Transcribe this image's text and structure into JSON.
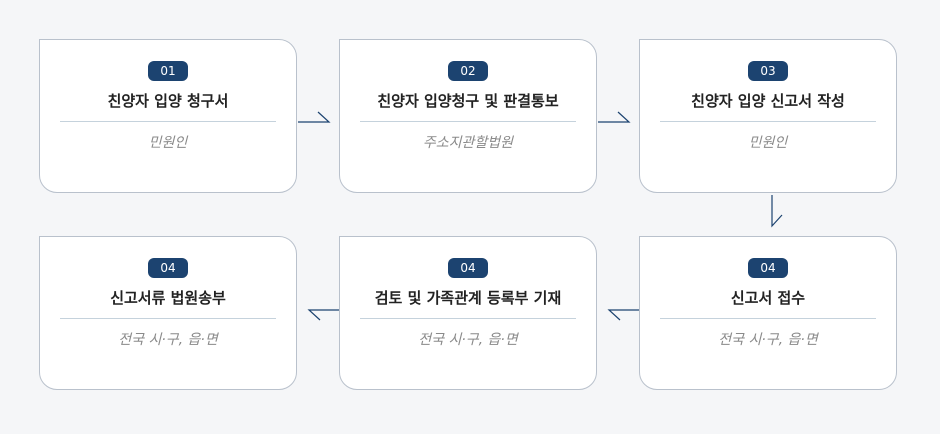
{
  "steps": [
    {
      "number": "01",
      "title": "친양자 입양 청구서",
      "subtitle": "민원인"
    },
    {
      "number": "02",
      "title": "친양자 입양청구 및 판결통보",
      "subtitle": "주소지관할법원"
    },
    {
      "number": "03",
      "title": "친양자 입양 신고서 작성",
      "subtitle": "민원인"
    },
    {
      "number": "04",
      "title": "신고서 접수",
      "subtitle": "전국 시·구, 읍·면"
    },
    {
      "number": "04",
      "title": "검토 및 가족관계 등록부 기재",
      "subtitle": "전국 시·구, 읍·면"
    },
    {
      "number": "04",
      "title": "신고서류 법원송부",
      "subtitle": "전국 시·구, 읍·면"
    }
  ],
  "colors": {
    "badge": "#1c4370",
    "arrow": "#1c4370",
    "card_border": "#b9c1cc"
  }
}
